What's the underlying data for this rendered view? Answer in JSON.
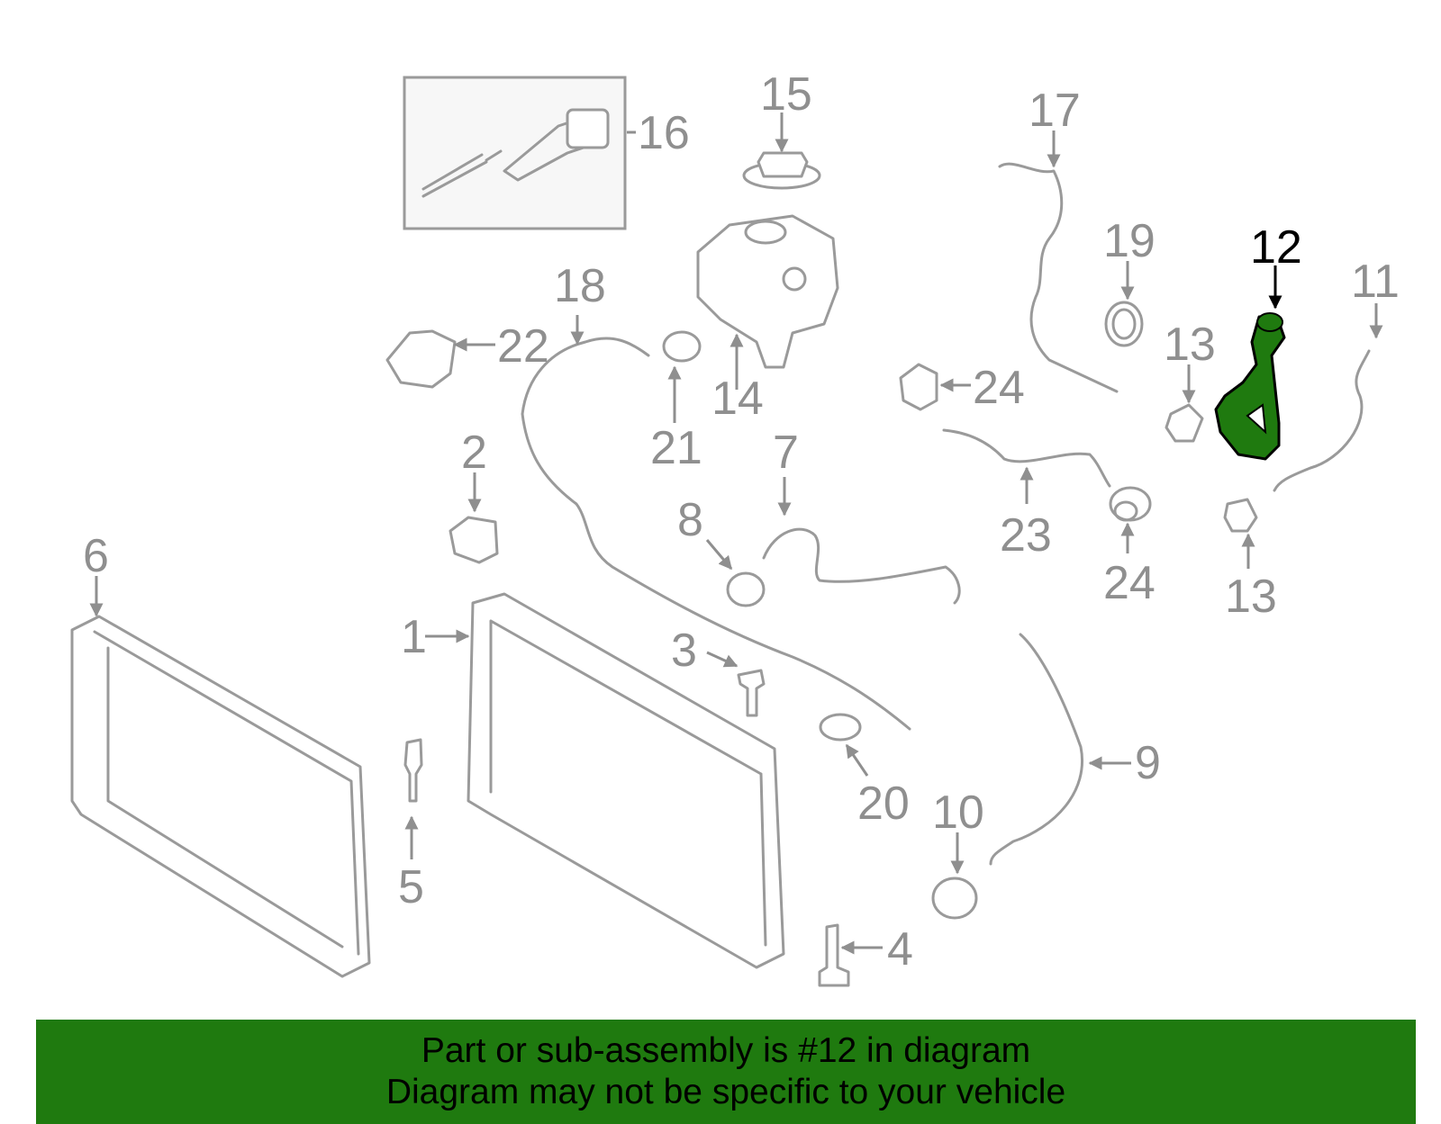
{
  "callouts": {
    "c1": "1",
    "c2": "2",
    "c3": "3",
    "c4": "4",
    "c5": "5",
    "c6": "6",
    "c7": "7",
    "c8": "8",
    "c9": "9",
    "c10": "10",
    "c11": "11",
    "c12": "12",
    "c13a": "13",
    "c13b": "13",
    "c14": "14",
    "c15": "15",
    "c16": "16",
    "c17": "17",
    "c18": "18",
    "c19": "19",
    "c20": "20",
    "c21": "21",
    "c22": "22",
    "c23": "23",
    "c24a": "24",
    "c24b": "24"
  },
  "banner": {
    "line1": "Part or sub-assembly is #12 in diagram",
    "line2": "Diagram may not be specific to your vehicle"
  },
  "colors": {
    "highlight": "#1f7a0f",
    "part_outline": "#9a9a9a",
    "callout_text": "#8f8f8f",
    "active_callout": "#000000"
  }
}
